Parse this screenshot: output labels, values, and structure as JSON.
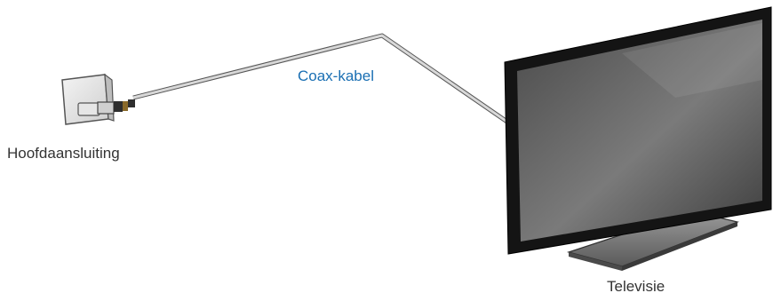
{
  "labels": {
    "wall_outlet": "Hoofdaansluiting",
    "cable": "Coax-kabel",
    "tv": "Televisie"
  },
  "colors": {
    "text": "#333333",
    "cable_label": "#1a6fb3",
    "cable": "#cfcfcf",
    "cable_outline": "#555555",
    "screen_dark": "#3a3a3a",
    "screen_light": "#6e6e6e",
    "bezel": "#111111",
    "stand": "#7a7a7a"
  }
}
